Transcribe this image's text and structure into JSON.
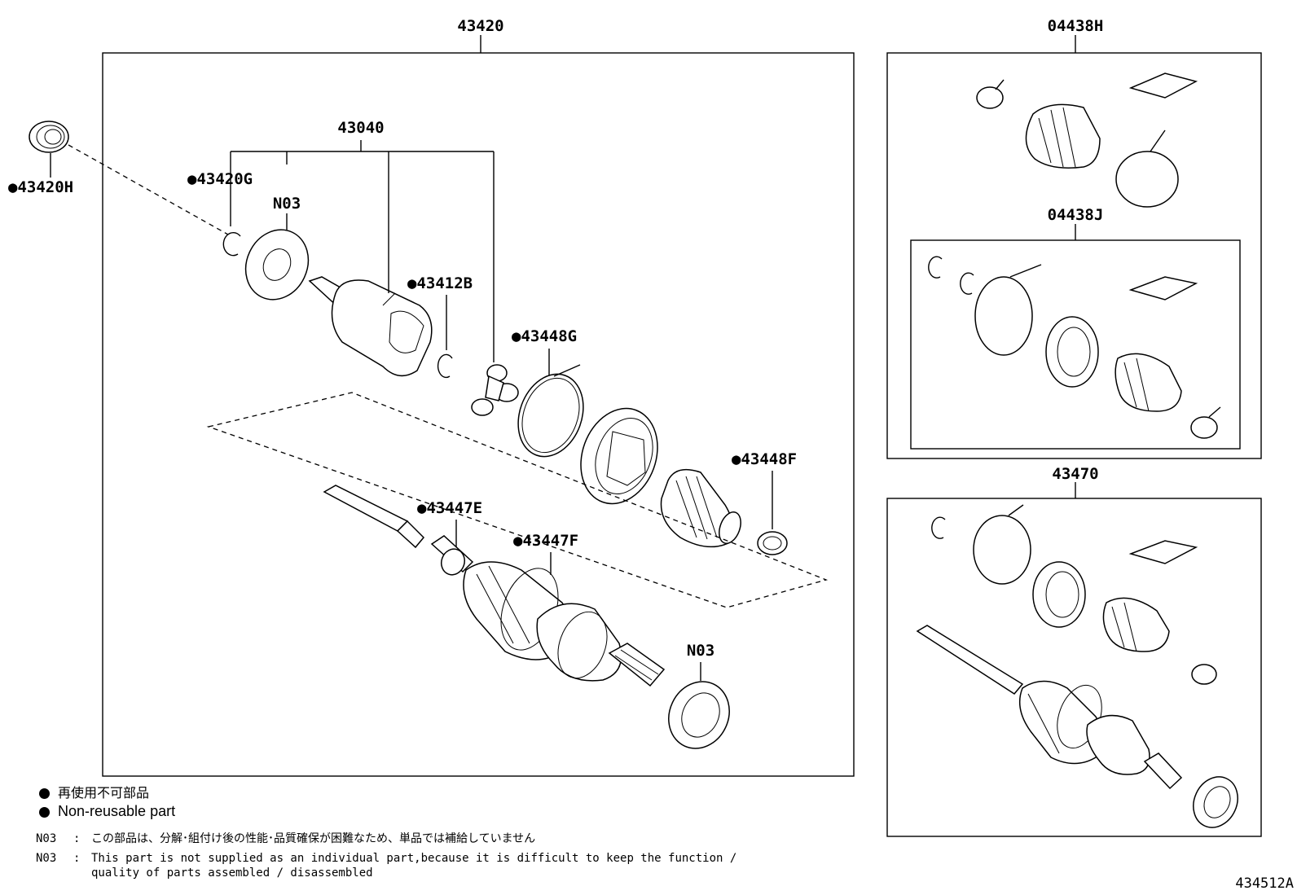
{
  "groups": {
    "main_assembly": "43420",
    "boot_kit_outer": "04438H",
    "boot_kit_inner": "04438J",
    "alt_assembly": "43470",
    "inboard_joint": "43040"
  },
  "parts": {
    "p43420H": "●43420H",
    "p43420G": "●43420G",
    "n03_top": "N03",
    "p43412B": "●43412B",
    "p43448G": "●43448G",
    "p43448F": "●43448F",
    "p43447E": "●43447E",
    "p43447F": "●43447F",
    "n03_bottom": "N03"
  },
  "legend": {
    "jp_label": "再使用不可部品",
    "en_label": "Non-reusable part"
  },
  "notes": [
    {
      "code": "N03",
      "sep": ":",
      "line1": "この部品は、分解･組付け後の性能･品質確保が困難なため、単品では補給していません",
      "line2": ""
    },
    {
      "code": "N03",
      "sep": ":",
      "line1": "This part is not supplied as an individual part,because it is difficult to keep the function /",
      "line2": "quality of parts assembled / disassembled"
    }
  ],
  "figure_id": "434512A"
}
